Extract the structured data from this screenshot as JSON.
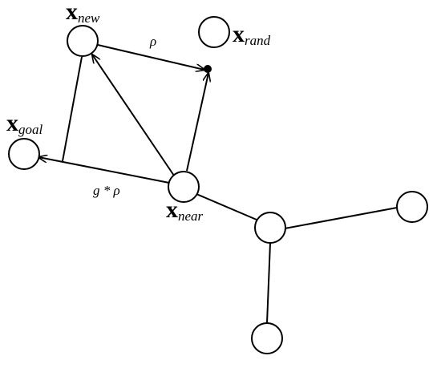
{
  "labels": {
    "x_new": {
      "base": "x",
      "sub": "new"
    },
    "x_rand": {
      "base": "x",
      "sub": "rand"
    },
    "x_goal": {
      "base": "x",
      "sub": "goal"
    },
    "x_near": {
      "base": "x",
      "sub": "near"
    }
  },
  "edge_labels": {
    "rho": "ρ",
    "g_rho": "g * ρ"
  }
}
